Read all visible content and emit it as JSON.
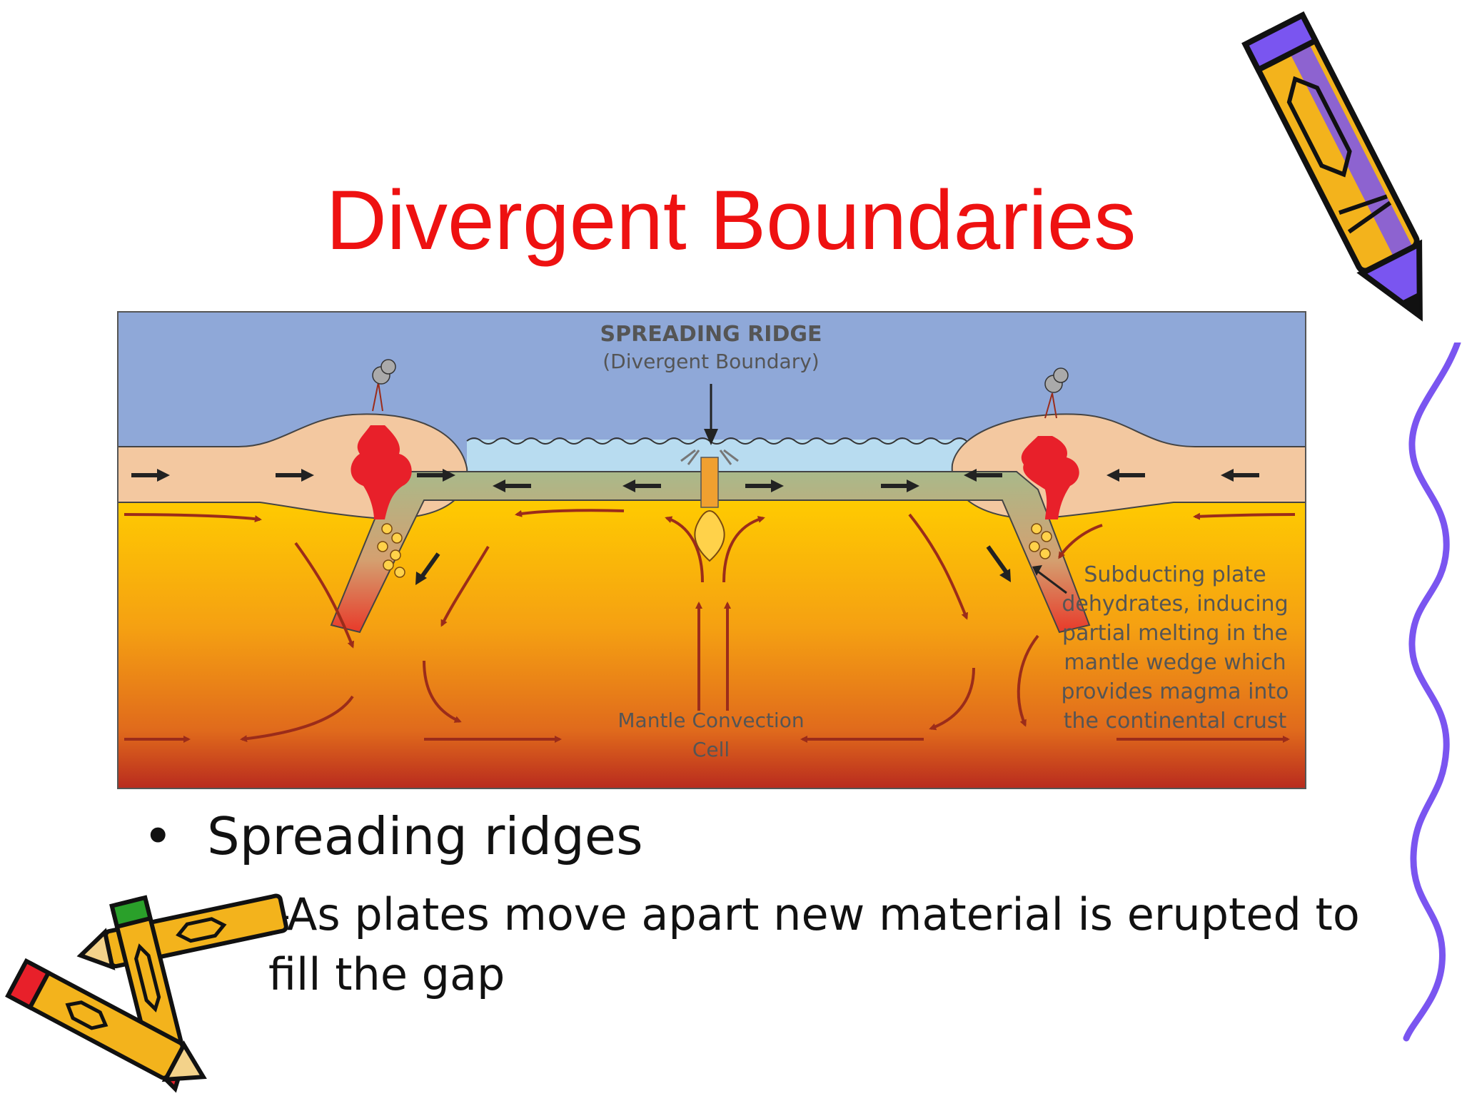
{
  "slide": {
    "title": "Divergent Boundaries",
    "bullets": {
      "level1": "Spreading ridges",
      "level2": "As plates move apart new material is erupted to fill the gap",
      "marker1": "•",
      "marker2": "–"
    }
  },
  "diagram": {
    "label_spreading_ridge": "SPREADING RIDGE",
    "label_divergent_boundary": "(Divergent Boundary)",
    "label_mantle_convection": [
      "Mantle Convection",
      "Cell"
    ],
    "label_subducting": [
      "Subducting plate",
      "dehydrates, inducing",
      "partial melting in the",
      "mantle wedge which",
      "provides magma into",
      "the continental crust"
    ]
  },
  "colors": {
    "title": "#ee1111",
    "ocean": "#8fa8d8",
    "shallow_water": "#b8dcf0",
    "crust": "#f3c8a0",
    "oceanic_plate": "#a9b98a",
    "magma": "#e8202a",
    "mantle_top": "#ffcc00",
    "mantle_bottom": "#c03020",
    "convection_arrow": "#9b2c1a",
    "pencil_yellow": "#f3b31c",
    "pencil_purple": "#7a55f0",
    "squiggle": "#7a55f0"
  },
  "icons": [
    "pencil-icon",
    "pencil-icon",
    "pencil-icon",
    "squiggle-line"
  ]
}
